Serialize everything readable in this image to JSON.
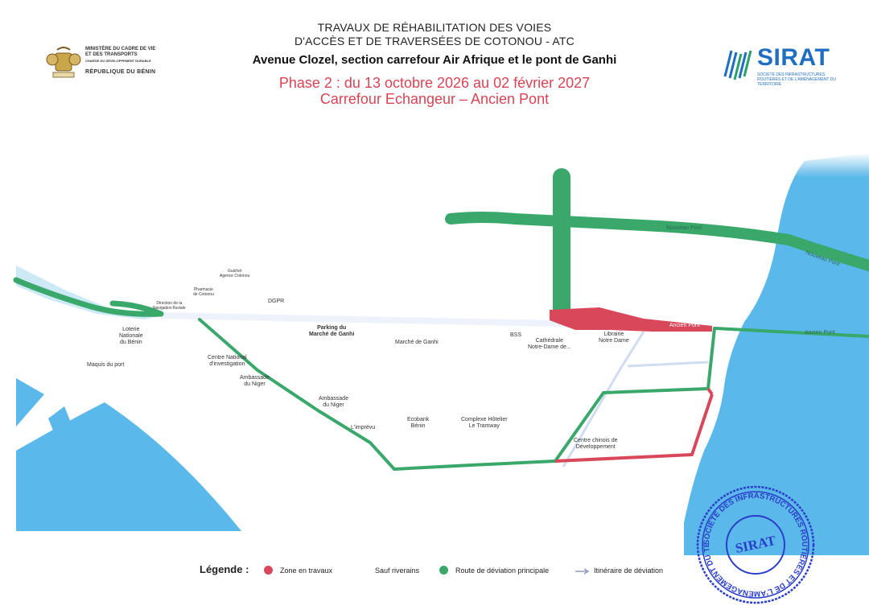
{
  "header": {
    "line1": "TRAVAUX DE RÉHABILITATION DES VOIES",
    "line2": "D'ACCÈS ET DE TRAVERSÉES DE COTONOU - ATC",
    "subtitle": "Avenue Clozel, section carrefour Air Afrique et le pont de Ganhi",
    "phase": "Phase 2 : du 13 octobre 2026 au 02 février 2027",
    "section": "Carrefour Echangeur – Ancien Pont"
  },
  "ministry": {
    "line1": "MINISTÈRE DU CADRE DE VIE",
    "line2": "ET DES TRANSPORTS",
    "line3": "CHARGÉ DU DÉVELOPPEMENT DURABLE",
    "country": "RÉPUBLIQUE DU BÉNIN",
    "emblem_icon": "benin-coat-of-arms-icon"
  },
  "sirat_logo": {
    "name": "SIRAT",
    "tagline": "SOCIÉTÉ DES INFRASTRUCTURES ROUTIÈRES ET DE L'AMÉNAGEMENT DU TERRITOIRE",
    "icon": "sirat-stripes-icon"
  },
  "map": {
    "colors": {
      "water": "#5bb8ea",
      "green_route": "#3aa86b",
      "red_zone": "#d9485a",
      "detour_arrow": "#c9d6f0"
    },
    "roads": {
      "nouveau_pont_1": "Nouveau Pont",
      "nouveau_pont_2": "Nouveau Pont",
      "ancien_pont_1": "Ancien Pont",
      "ancien_pont_2": "Ancien Pont"
    },
    "places": {
      "dgpr": "DGPR",
      "loterie": "Loterie\nNationale\ndu Bénin",
      "maquis": "Maquis du port",
      "centre_national": "Centre National\nd'investigation",
      "ambassade_niger_1": "Ambassade\ndu Niger",
      "ambassade_niger_2": "Ambassade\ndu Niger",
      "parking": "Parking du\nMarché de Ganhi",
      "marche": "Marché de Ganhi",
      "bss": "BSS",
      "cathedrale": "Cathédrale\nNotre-Dame de...",
      "librairie": "Librairie\nNotre Dame",
      "limprevu": "L'imprévu",
      "ecobank": "Ecobank\nBénin",
      "complexe": "Complexe Hôtelier\nLe Tramway",
      "centre_chinois": "Centre chinois de\nDéveloppement",
      "small_1": "Direction de la\nNavigation fluviale",
      "small_2": "Guichet\nAgence Cotonou",
      "small_3": "Pharmacie\nde Cotonou"
    }
  },
  "legend": {
    "title": "Légende :",
    "zone": "Zone en travaux",
    "riverains": "Sauf riverains",
    "route": "Route de déviation principale",
    "itineraire": "Itinéraire de déviation"
  },
  "stamp": {
    "center": "SIRAT",
    "ring": "SOCIÉTÉ DES INFRASTRUCTURES ROUTIÈRES ET DE L'AMÉNAGEMENT DU TERRITOIRE",
    "color": "#2a3fc9"
  }
}
